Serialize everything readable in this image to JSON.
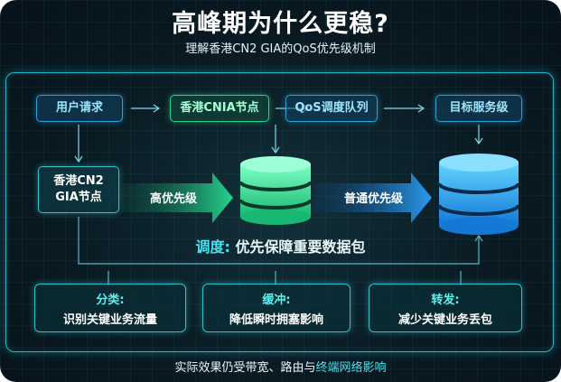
{
  "title": "高峰期为什么更稳?",
  "subtitle": "理解香港CN2 GIA的QoS优先级机制",
  "nodes": {
    "user_request": "用户请求",
    "hk_cnia_node": "香港CNIA节点",
    "qos_queue": "QoS调度队列",
    "target_server": "目标服务级",
    "hk_cn2_gia_node": [
      "香港CN2",
      "GIA节点"
    ]
  },
  "flows": {
    "high_priority": "高优先级",
    "normal_priority": "普通优先级"
  },
  "schedule": {
    "prefix": "调度:",
    "text": "优先保障重要数据包"
  },
  "bottom_boxes": [
    {
      "head": "分类:",
      "body": "识别关键业务流量"
    },
    {
      "head": "缓冲:",
      "body": "降低瞬时拥塞影响"
    },
    {
      "head": "转发:",
      "body": "减少关键业务丢包"
    }
  ],
  "footer": {
    "prefix": "实际效果仍受带宽、路由与",
    "highlight": "终端网络影响"
  },
  "colors": {
    "accent_cyan": "#1fb8c8",
    "green_flow": "#2ecf90",
    "blue_flow": "#2ea0d8",
    "background": "#0a1a22"
  }
}
